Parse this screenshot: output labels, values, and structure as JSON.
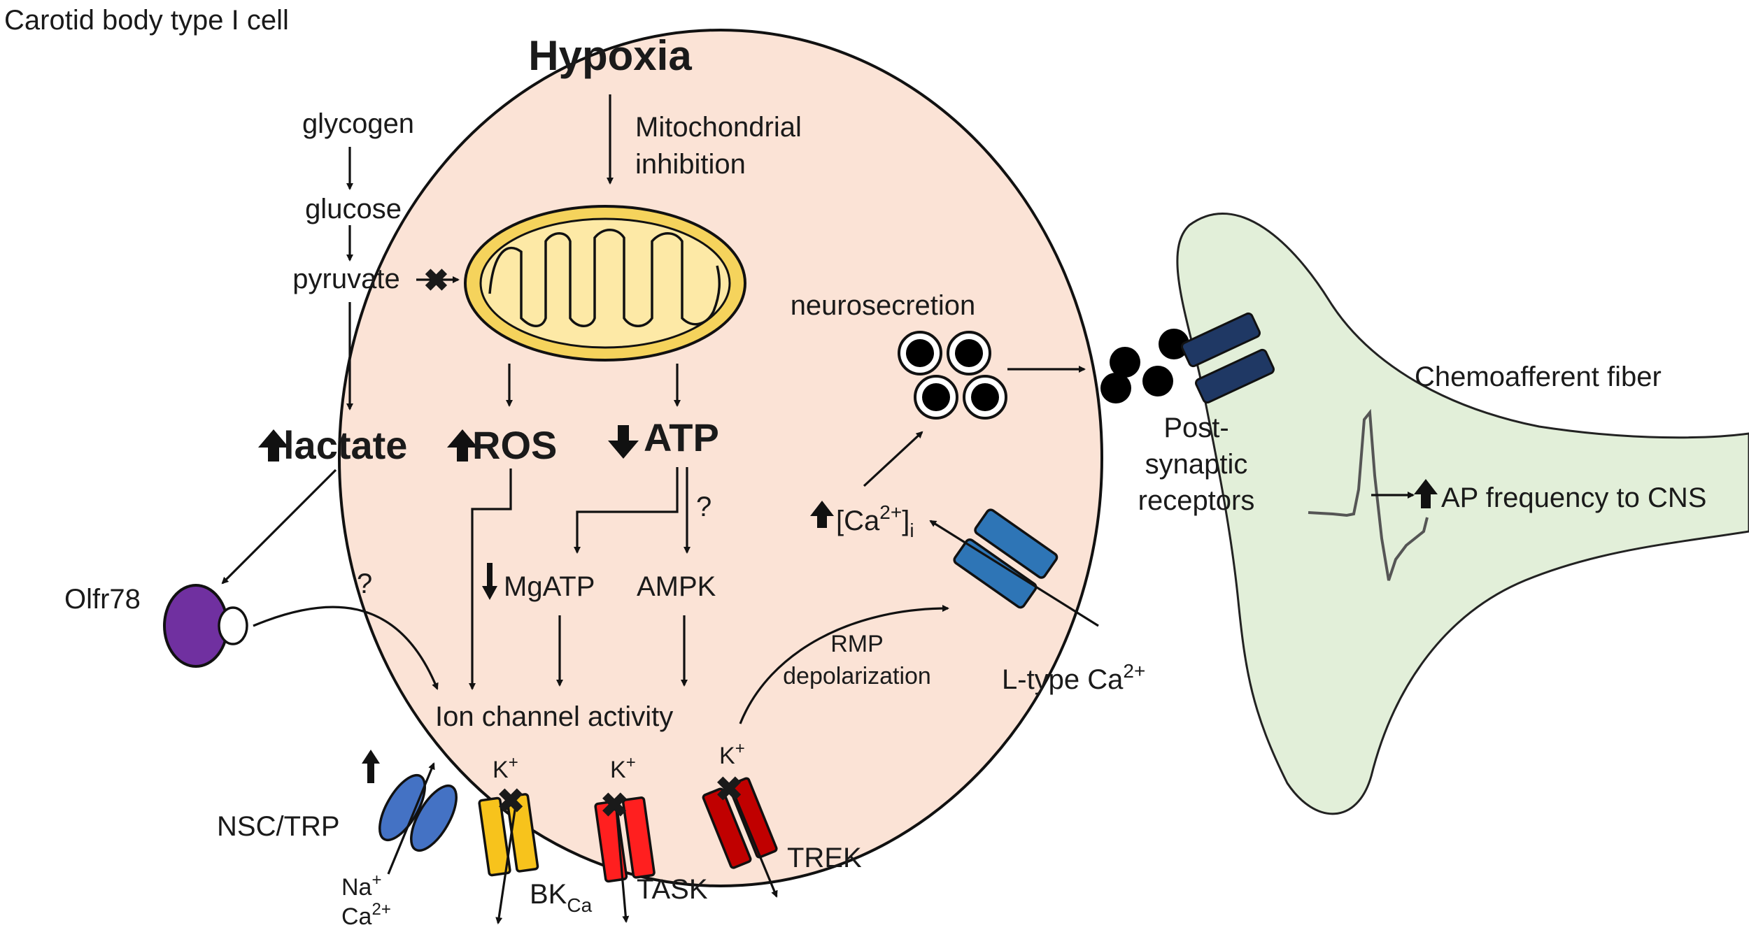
{
  "cell_label": "Carotid body type I cell",
  "hypoxia": "Hypoxia",
  "mito_inhibition": [
    "Mitochondrial",
    "inhibition"
  ],
  "glycolysis": {
    "glycogen": "glycogen",
    "glucose": "glucose",
    "pyruvate": "pyruvate"
  },
  "outcomes": {
    "lactate": "lactate",
    "ros": "ROS",
    "atp": "ATP"
  },
  "olfr": "Olfr78",
  "question": "?",
  "mgatp": "MgATP",
  "ampk": "AMPK",
  "ion_channel_activity": "Ion channel activity",
  "rmp": [
    "RMP",
    "depolarization"
  ],
  "ltype": {
    "text": "L-type Ca",
    "sup": "2+"
  },
  "calcium": {
    "open": "[Ca",
    "sup": "2+",
    "close": "]",
    "sub": "i"
  },
  "neurosecretion": "neurosecretion",
  "post_synaptic": [
    "Post-",
    "synaptic",
    "receptors"
  ],
  "fiber_label": "Chemoafferent fiber",
  "ap_frequency": "AP frequency to CNS",
  "channels": {
    "nsc": "NSC/TRP",
    "ions": {
      "na": "Na",
      "na_sup": "+",
      "ca": "Ca",
      "ca_sup": "2+"
    },
    "k": "K",
    "k_sup": "+",
    "bk": "BK",
    "bk_sub": "Ca",
    "task": "TASK",
    "trek": "TREK"
  },
  "colors": {
    "cell_fill": "#fbe3d6",
    "fiber_fill": "#e2efd9",
    "mito_fill": "#fde9a6",
    "olfr": "#7030a0",
    "nsc": "#4472c4",
    "bk": "#f7c31c",
    "task": "#ff1f1f",
    "trek": "#c00000",
    "ltype": "#2e75b6",
    "receptor": "#1f3864"
  }
}
